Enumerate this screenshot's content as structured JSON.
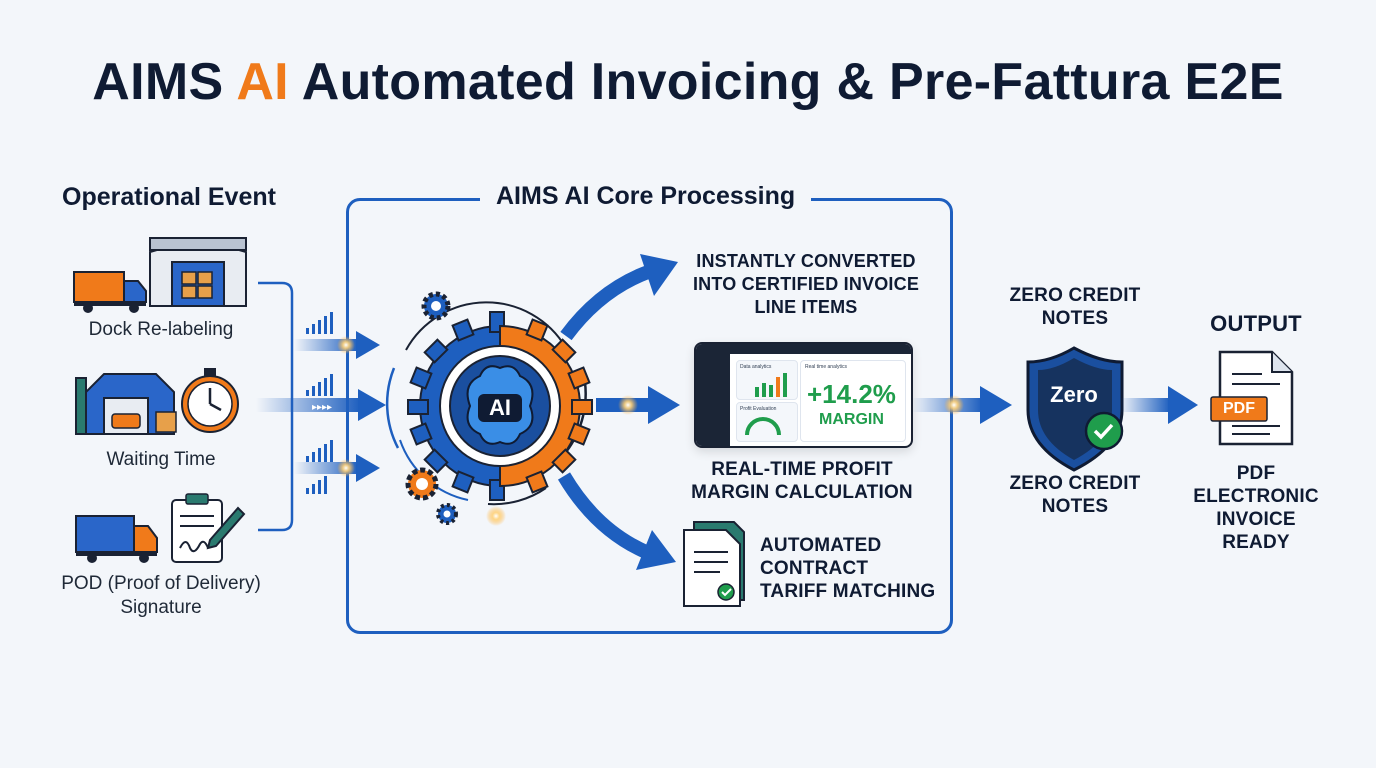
{
  "title": {
    "prefix": "AIMS",
    "accent": "AI",
    "suffix": "Automated Invoicing & Pre-Fattura E2E"
  },
  "colors": {
    "navy": "#0f1b33",
    "blue": "#1e5fbf",
    "orange": "#f07a1a",
    "green": "#1f9d4c",
    "background": "#f3f6fa"
  },
  "events": {
    "heading": "Operational Event",
    "items": [
      {
        "label": "Dock Re-labeling",
        "icons": [
          "truck-icon",
          "warehouse-icon"
        ]
      },
      {
        "label": "Waiting Time",
        "icons": [
          "factory-icon",
          "stopwatch-icon"
        ]
      },
      {
        "label": "POD (Proof of Delivery)\nSignature",
        "icons": [
          "truck-icon",
          "clipboard-signature-icon"
        ]
      }
    ]
  },
  "core": {
    "heading": "AIMS AI Core Processing",
    "badge": "AI",
    "outputs": {
      "top": "INSTANTLY CONVERTED\nINTO CERTIFIED INVOICE\nLINE ITEMS",
      "middle": "REAL-TIME PROFIT\nMARGIN CALCULATION",
      "bottom": "AUTOMATED\nCONTRACT\nTARIFF MATCHING"
    },
    "dashboard": {
      "panel1": "Data analytics",
      "panel2": "Real time analytics",
      "panel3": "Profit Evaluation",
      "kpi_value": "+14.2%",
      "kpi_label": "MARGIN"
    }
  },
  "credit": {
    "top_label": "ZERO CREDIT\nNOTES",
    "badge": "Zero",
    "bottom_label": "ZERO CREDIT\nNOTES"
  },
  "output": {
    "heading": "OUTPUT",
    "file_tag": "PDF",
    "label": "PDF\nELECTRONIC\nINVOICE\nREADY"
  }
}
